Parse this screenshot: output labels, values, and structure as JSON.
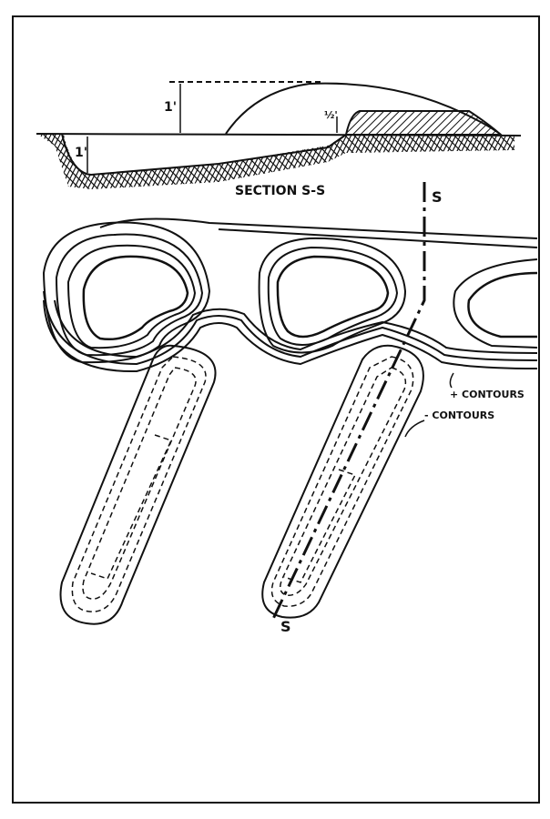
{
  "section": {
    "title": "SECTION S-S",
    "dim_mound": "1'",
    "dim_ditch": "1'",
    "dim_bank": "½'"
  },
  "plan": {
    "section_mark_top": "S",
    "section_mark_bottom": "S",
    "legend_plus": "+ CONTOURS",
    "legend_minus": "- CONTOURS"
  },
  "colors": {
    "ink": "#111111",
    "paper": "#ffffff"
  }
}
